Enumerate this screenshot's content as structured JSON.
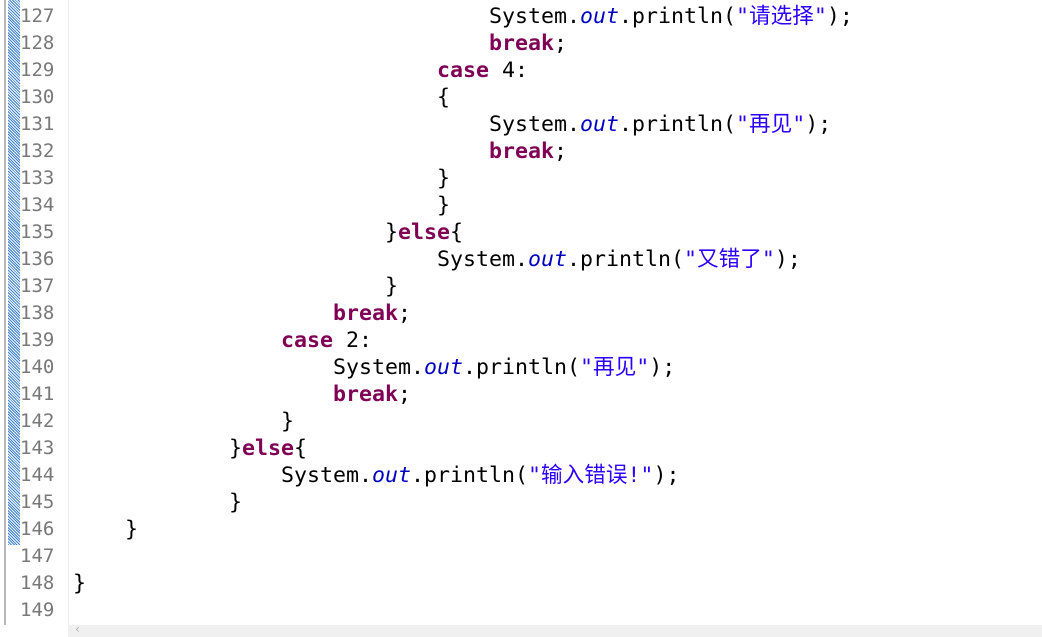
{
  "editor": {
    "lines": [
      {
        "n": "127",
        "indent": 32,
        "tokens": [
          [
            "plain",
            "System."
          ],
          [
            "fld",
            "out"
          ],
          [
            "plain",
            ".println("
          ],
          [
            "str",
            "\"请选择\""
          ],
          [
            "plain",
            ");"
          ]
        ]
      },
      {
        "n": "128",
        "indent": 32,
        "tokens": [
          [
            "kw",
            "break"
          ],
          [
            "plain",
            ";"
          ]
        ]
      },
      {
        "n": "129",
        "indent": 28,
        "tokens": [
          [
            "kw",
            "case"
          ],
          [
            "plain",
            " 4:"
          ]
        ]
      },
      {
        "n": "130",
        "indent": 28,
        "tokens": [
          [
            "plain",
            "{"
          ]
        ]
      },
      {
        "n": "131",
        "indent": 32,
        "tokens": [
          [
            "plain",
            "System."
          ],
          [
            "fld",
            "out"
          ],
          [
            "plain",
            ".println("
          ],
          [
            "str",
            "\"再见\""
          ],
          [
            "plain",
            ");"
          ]
        ]
      },
      {
        "n": "132",
        "indent": 32,
        "tokens": [
          [
            "kw",
            "break"
          ],
          [
            "plain",
            ";"
          ]
        ]
      },
      {
        "n": "133",
        "indent": 28,
        "tokens": [
          [
            "plain",
            "}"
          ]
        ]
      },
      {
        "n": "134",
        "indent": 28,
        "tokens": [
          [
            "plain",
            "}"
          ]
        ]
      },
      {
        "n": "135",
        "indent": 24,
        "tokens": [
          [
            "plain",
            "}"
          ],
          [
            "kw",
            "else"
          ],
          [
            "plain",
            "{"
          ]
        ]
      },
      {
        "n": "136",
        "indent": 28,
        "tokens": [
          [
            "plain",
            "System."
          ],
          [
            "fld",
            "out"
          ],
          [
            "plain",
            ".println("
          ],
          [
            "str",
            "\"又错了\""
          ],
          [
            "plain",
            ");"
          ]
        ]
      },
      {
        "n": "137",
        "indent": 24,
        "tokens": [
          [
            "plain",
            "}"
          ]
        ]
      },
      {
        "n": "138",
        "indent": 20,
        "tokens": [
          [
            "kw",
            "break"
          ],
          [
            "plain",
            ";"
          ]
        ]
      },
      {
        "n": "139",
        "indent": 16,
        "tokens": [
          [
            "kw",
            "case"
          ],
          [
            "plain",
            " 2:"
          ]
        ]
      },
      {
        "n": "140",
        "indent": 20,
        "tokens": [
          [
            "plain",
            "System."
          ],
          [
            "fld",
            "out"
          ],
          [
            "plain",
            ".println("
          ],
          [
            "str",
            "\"再见\""
          ],
          [
            "plain",
            ");"
          ]
        ]
      },
      {
        "n": "141",
        "indent": 20,
        "tokens": [
          [
            "kw",
            "break"
          ],
          [
            "plain",
            ";"
          ]
        ]
      },
      {
        "n": "142",
        "indent": 16,
        "tokens": [
          [
            "plain",
            "}"
          ]
        ]
      },
      {
        "n": "143",
        "indent": 12,
        "tokens": [
          [
            "plain",
            "}"
          ],
          [
            "kw",
            "else"
          ],
          [
            "plain",
            "{"
          ]
        ]
      },
      {
        "n": "144",
        "indent": 16,
        "tokens": [
          [
            "plain",
            "System."
          ],
          [
            "fld",
            "out"
          ],
          [
            "plain",
            ".println("
          ],
          [
            "str",
            "\"输入错误!\""
          ],
          [
            "plain",
            ");"
          ]
        ]
      },
      {
        "n": "145",
        "indent": 12,
        "tokens": [
          [
            "plain",
            "}"
          ]
        ]
      },
      {
        "n": "146",
        "indent": 4,
        "tokens": [
          [
            "plain",
            "}"
          ]
        ]
      },
      {
        "n": "147",
        "indent": 0,
        "tokens": []
      },
      {
        "n": "148",
        "indent": 0,
        "tokens": [
          [
            "plain",
            "}"
          ]
        ]
      },
      {
        "n": "149",
        "indent": 0,
        "tokens": []
      }
    ]
  },
  "scrollbar": {
    "left_arrow": "‹"
  },
  "colors": {
    "keyword": "#7f0055",
    "field": "#0000c0",
    "string": "#2a00ff",
    "line_number": "#787878"
  }
}
